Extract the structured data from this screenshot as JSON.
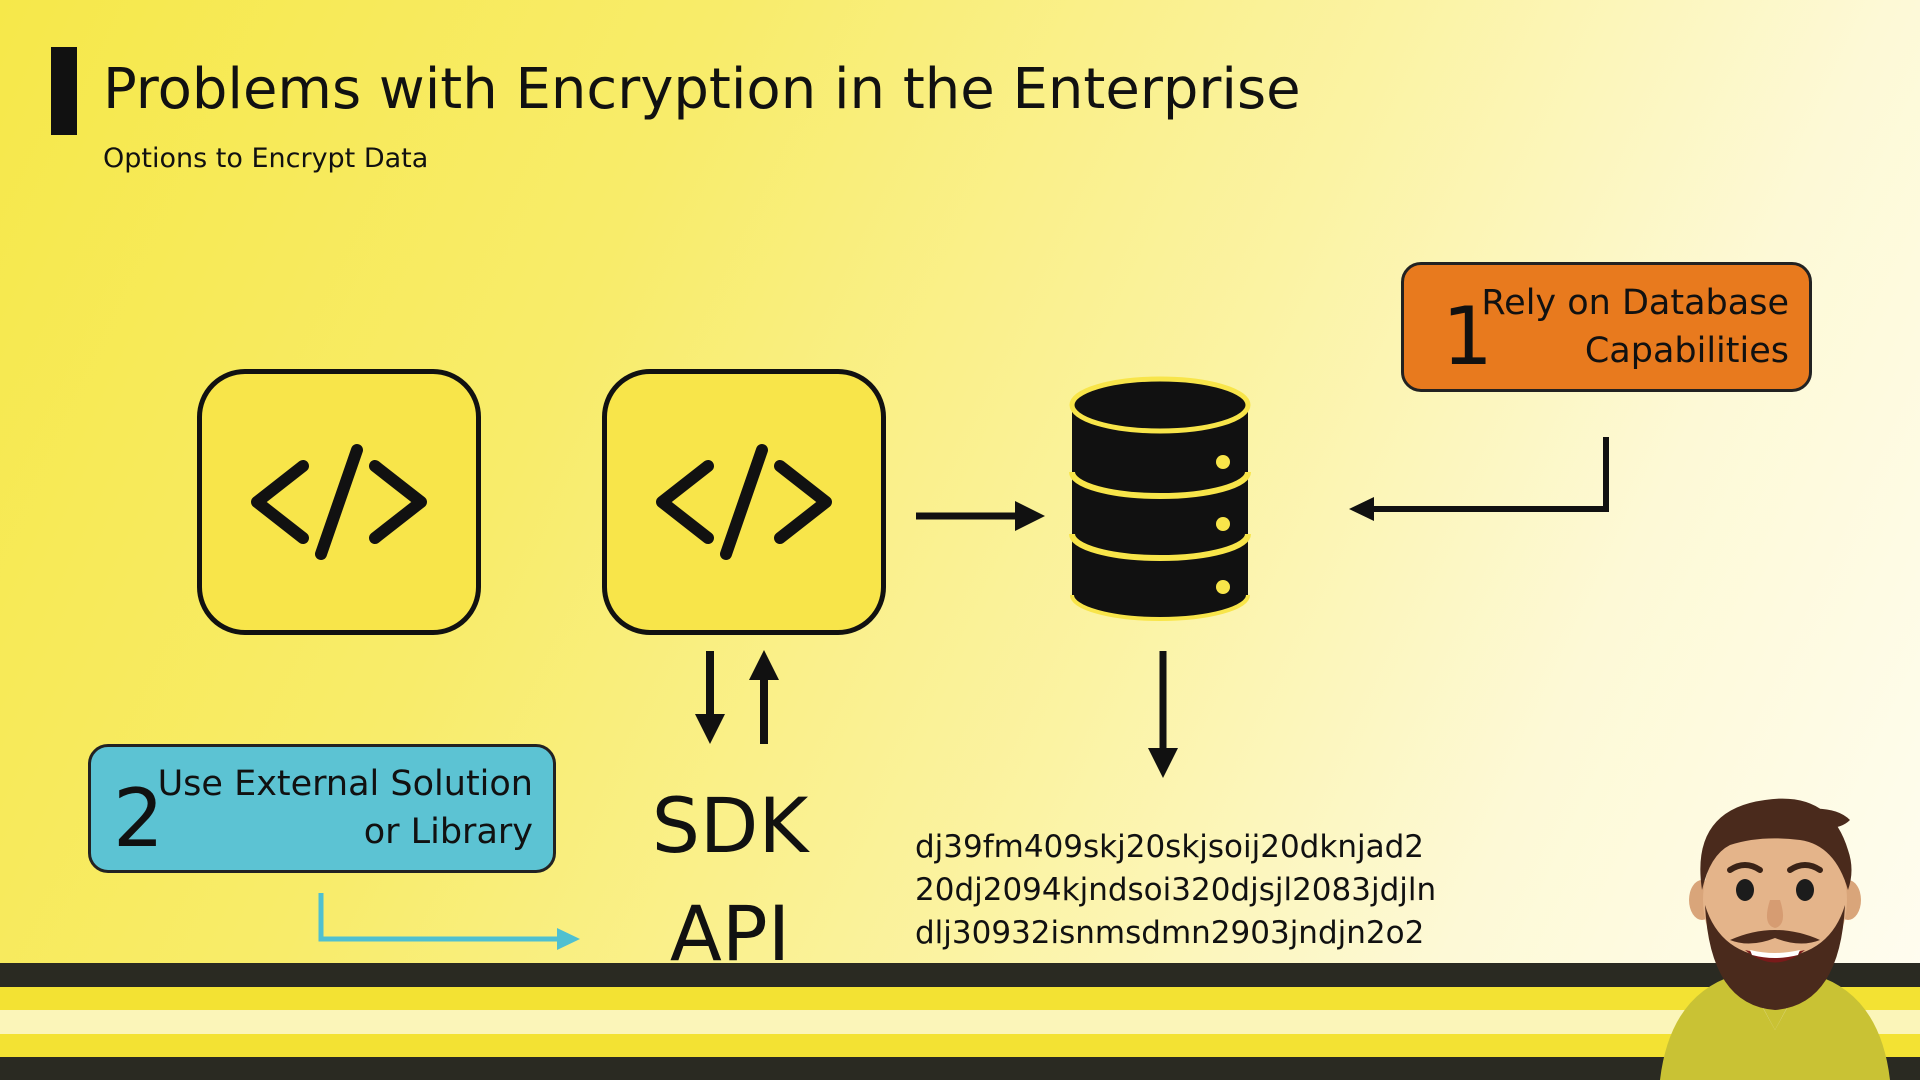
{
  "header": {
    "title": "Problems with Encryption in the Enterprise",
    "subtitle": "Options to Encrypt Data"
  },
  "callouts": {
    "one": {
      "number": "1",
      "lines": [
        "Rely on Database",
        "Capabilities"
      ],
      "color": "#e87a1e"
    },
    "two": {
      "number": "2",
      "lines": [
        "Use External Solution",
        "or Library"
      ],
      "color": "#5cc3d3"
    }
  },
  "sdk_label": "SDK",
  "api_label": "API",
  "ciphertext": [
    "dj39fm409skj20skjsoij20dknjad2",
    "20dj2094kjndsoi320djsjl2083jdjln",
    "dlj30932isnmsdmn2903jndjn2o2"
  ],
  "icons": [
    "code-icon",
    "database-icon",
    "arrow-right-icon",
    "arrow-left-icon",
    "arrow-down-icon",
    "arrow-up-icon",
    "presenter-avatar"
  ],
  "colors": {
    "background": "#f6e84a",
    "code_box": "#f8e54a",
    "stroke": "#111111",
    "callout_one": "#e87a1e",
    "callout_two": "#5cc3d3"
  }
}
